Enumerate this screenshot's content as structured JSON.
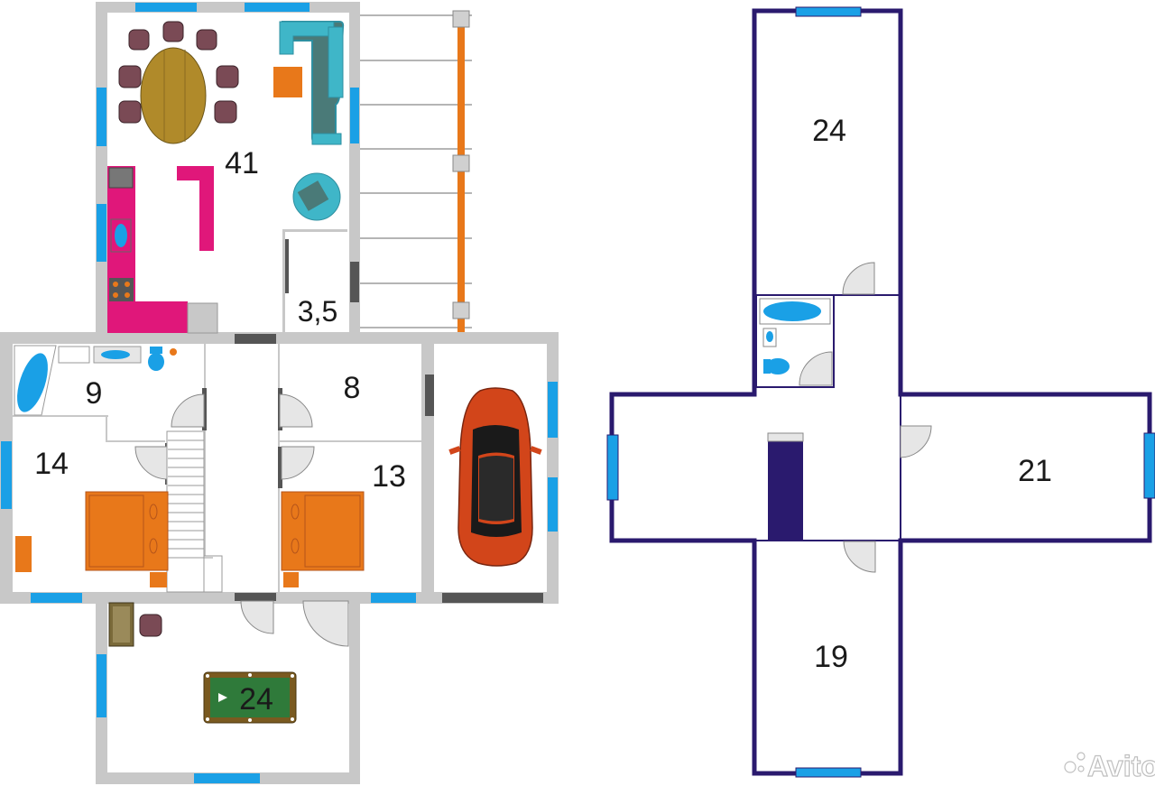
{
  "ground_floor": {
    "rooms": [
      {
        "id": "living",
        "area": "41"
      },
      {
        "id": "pantry",
        "area": "3,5"
      },
      {
        "id": "bath",
        "area": "9"
      },
      {
        "id": "bedroom-left",
        "area": "14"
      },
      {
        "id": "room-small",
        "area": "8"
      },
      {
        "id": "bedroom-right",
        "area": "13"
      },
      {
        "id": "billiard",
        "area": "24"
      }
    ]
  },
  "upper_floor": {
    "rooms": [
      {
        "id": "north",
        "area": "24"
      },
      {
        "id": "east",
        "area": "21"
      },
      {
        "id": "south",
        "area": "19"
      }
    ]
  },
  "watermark": "Avito",
  "colors": {
    "wall": "#c8c8c8",
    "window": "#1aa0e6",
    "door_swing": "#e6e6e6",
    "upper_wall": "#2a1a6e",
    "kitchen": "#e0177a",
    "furniture_orange": "#e8781a",
    "teal": "#3fb6c8",
    "table": "#b08a2a",
    "car": "#d2451a"
  }
}
